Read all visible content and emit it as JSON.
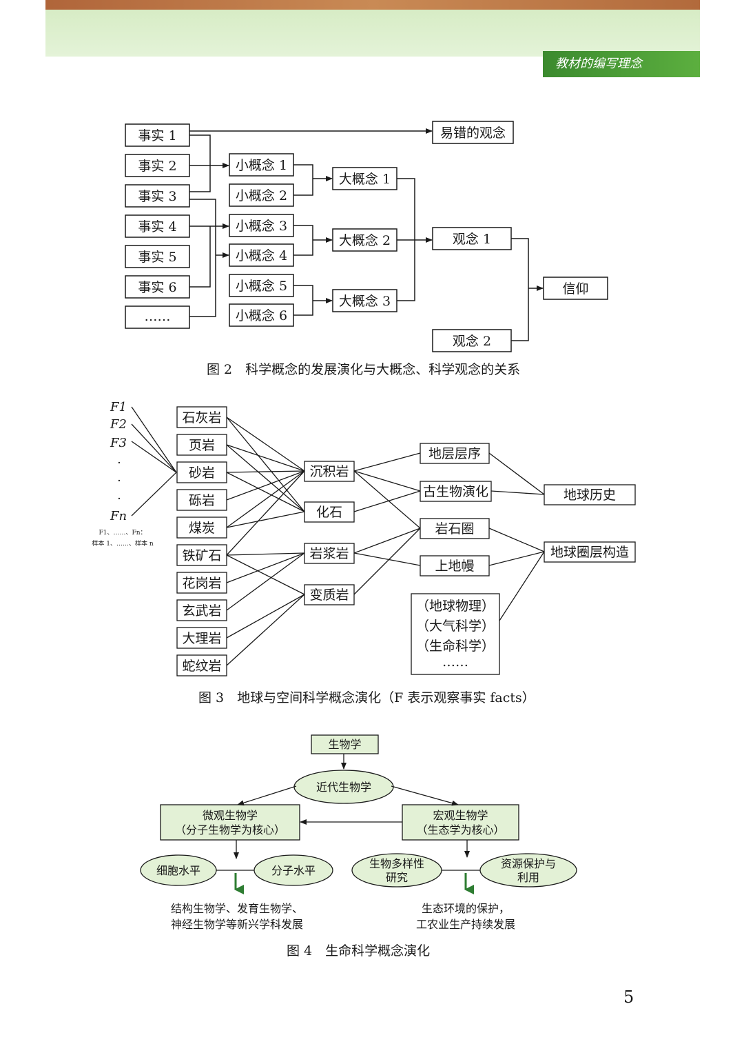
{
  "header": {
    "tag": "教材的编写理念"
  },
  "fig2": {
    "caption": "图 2　科学概念的发展演化与大概念、科学观念的关系",
    "facts": [
      "事实 1",
      "事实 2",
      "事实 3",
      "事实 4",
      "事实 5",
      "事实 6",
      "……"
    ],
    "small_concepts": [
      "小概念 1",
      "小概念 2",
      "小概念 3",
      "小概念 4",
      "小概念 5",
      "小概念 6"
    ],
    "big_concepts": [
      "大概念 1",
      "大概念 2",
      "大概念 3"
    ],
    "misconception": "易错的观念",
    "ideas": [
      "观念 1",
      "观念 2"
    ],
    "belief": "信仰"
  },
  "fig3": {
    "caption": "图 3　地球与空间科学概念演化（F 表示观察事实 facts）",
    "f_labels": [
      "F1",
      "F2",
      "F3",
      "Fn"
    ],
    "f_note1": "F1、……、Fn：",
    "f_note2": "样本 1、……、样本 n",
    "rocks": [
      "石灰岩",
      "页岩",
      "砂岩",
      "砾岩",
      "煤炭",
      "铁矿石",
      "花岗岩",
      "玄武岩",
      "大理岩",
      "蛇纹岩"
    ],
    "mid": [
      "沉积岩",
      "化石",
      "岩浆岩",
      "变质岩"
    ],
    "right": [
      "地层层序",
      "古生物演化",
      "岩石圈",
      "上地幔"
    ],
    "other_fields": [
      "（地球物理）",
      "（大气科学）",
      "（生命科学）",
      "……"
    ],
    "outcomes": [
      "地球历史",
      "地球圈层构造"
    ]
  },
  "fig4": {
    "caption": "图 4　生命科学概念演化",
    "root": "生物学",
    "modern": "近代生物学",
    "micro": [
      "微观生物学",
      "（分子生物学为核心）"
    ],
    "macro": [
      "宏观生物学",
      "（生态学为核心）"
    ],
    "cell": "细胞水平",
    "molecule": "分子水平",
    "biodiv": [
      "生物多样性",
      "研究"
    ],
    "resource": [
      "资源保护与",
      "利用"
    ],
    "result_left": [
      "结构生物学、发育生物学、",
      "神经生物学等新兴学科发展"
    ],
    "result_right": [
      "生态环境的保护，",
      "工农业生产持续发展"
    ]
  },
  "page_number": "5"
}
